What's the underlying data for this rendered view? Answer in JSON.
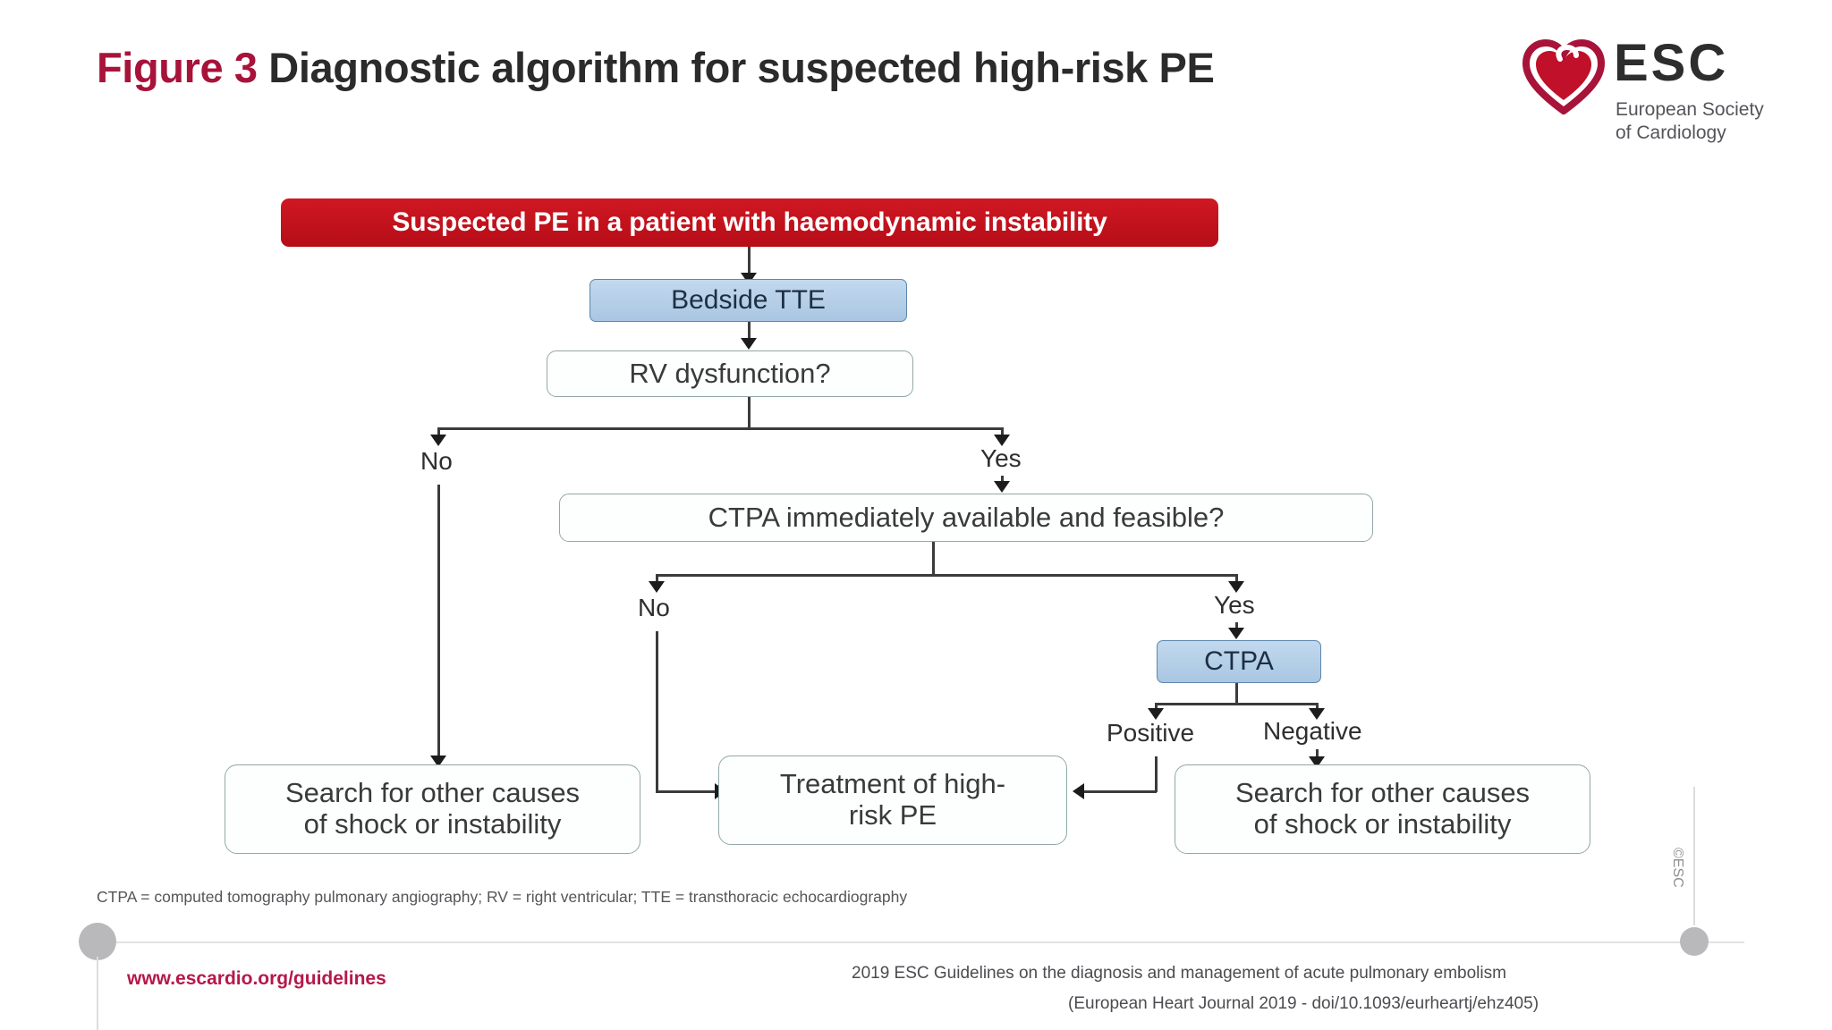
{
  "header": {
    "figure_number": "Figure 3",
    "title": "Diagnostic algorithm for suspected high-risk PE",
    "logo": {
      "acronym": "ESC",
      "subtitle_line1": "European Society",
      "subtitle_line2": "of Cardiology",
      "heart_icon": "heart-icon"
    }
  },
  "colors": {
    "brand_red": "#a8133a",
    "node_red": "#c2101c",
    "node_blue": "#b5cfe8",
    "node_border": "#93a8a8",
    "url_red": "#b5184a"
  },
  "flow": {
    "nodes": {
      "start": "Suspected PE in a patient with haemodynamic instability",
      "bedside_tte": "Bedside TTE",
      "rv_dysfunction": "RV dysfunction?",
      "ctpa_available": "CTPA immediately available and feasible?",
      "ctpa": "CTPA",
      "result_left_line1": "Search for other causes",
      "result_left_line2": "of shock or instability",
      "treatment_line1": "Treatment of high-",
      "treatment_line2": "risk PE",
      "result_right_line1": "Search for other causes",
      "result_right_line2": "of shock or instability"
    },
    "edges": {
      "rv_no": "No",
      "rv_yes": "Yes",
      "ctpa_no": "No",
      "ctpa_yes": "Yes",
      "ctpa_positive": "Positive",
      "ctpa_negative": "Negative"
    }
  },
  "footnote": "CTPA = computed tomography pulmonary angiography; RV = right ventricular; TTE = transthoracic echocardiography",
  "footer": {
    "url": "www.escardio.org/guidelines",
    "citation_line1": "2019 ESC Guidelines on the diagnosis and management of acute pulmonary embolism",
    "citation_line2": "(European Heart Journal 2019 - doi/10.1093/eurheartj/ehz405)",
    "copyright_mark": "©ESC"
  }
}
